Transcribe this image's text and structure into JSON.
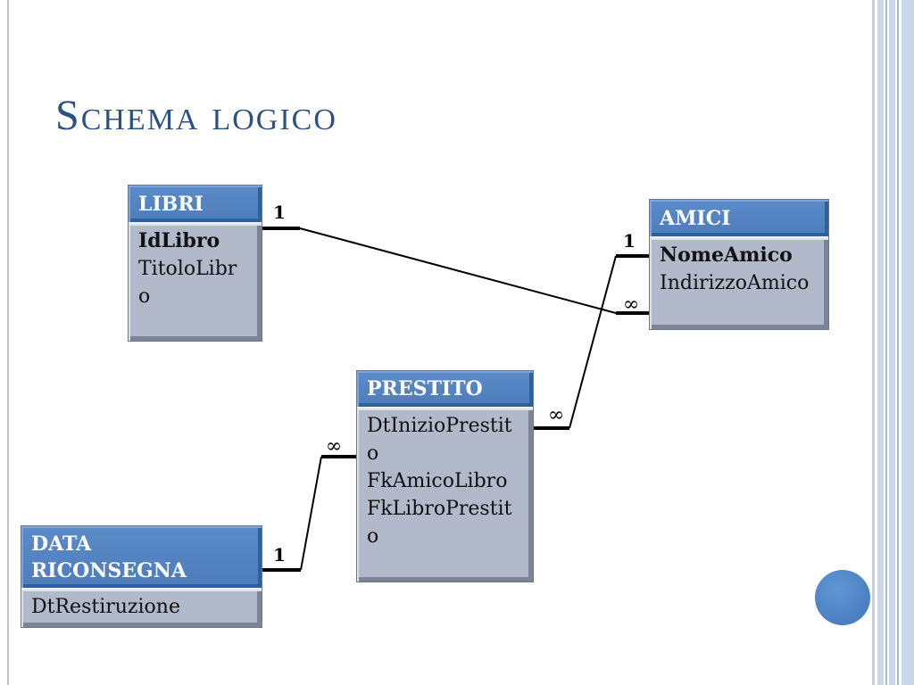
{
  "slide": {
    "title": "Schema logico"
  },
  "theme": {
    "title_color": "#2b5083",
    "header_color": "#4c7cba",
    "body_color": "#b1b9ca",
    "accent_circle_color": "#4a7fc2"
  },
  "tables": [
    {
      "name": "LIBRI",
      "fields": [
        {
          "name": "IdLibro",
          "bold": true
        },
        {
          "name": "TitoloLibro",
          "bold": false
        }
      ]
    },
    {
      "name": "AMICI",
      "fields": [
        {
          "name": "NomeAmico",
          "bold": true
        },
        {
          "name": "IndirizzoAmico",
          "bold": false
        }
      ]
    },
    {
      "name": "PRESTITO",
      "fields": [
        {
          "name": "DtInizioPrestito",
          "bold": false
        },
        {
          "name": "FkAmicoLibro",
          "bold": false
        },
        {
          "name": "FkLibroPrestito",
          "bold": false
        }
      ]
    },
    {
      "name": "DATA RICONSEGNA",
      "fields": [
        {
          "name": "DtRestiruzione",
          "bold": false
        }
      ]
    }
  ],
  "relationships": [
    {
      "from": 0,
      "from_cardinality": "1",
      "to": 1,
      "to_cardinality": "∞"
    },
    {
      "from": 1,
      "from_cardinality": "1",
      "to": 2,
      "to_cardinality": "∞"
    },
    {
      "from": 3,
      "from_cardinality": "1",
      "to": 2,
      "to_cardinality": "∞"
    }
  ]
}
